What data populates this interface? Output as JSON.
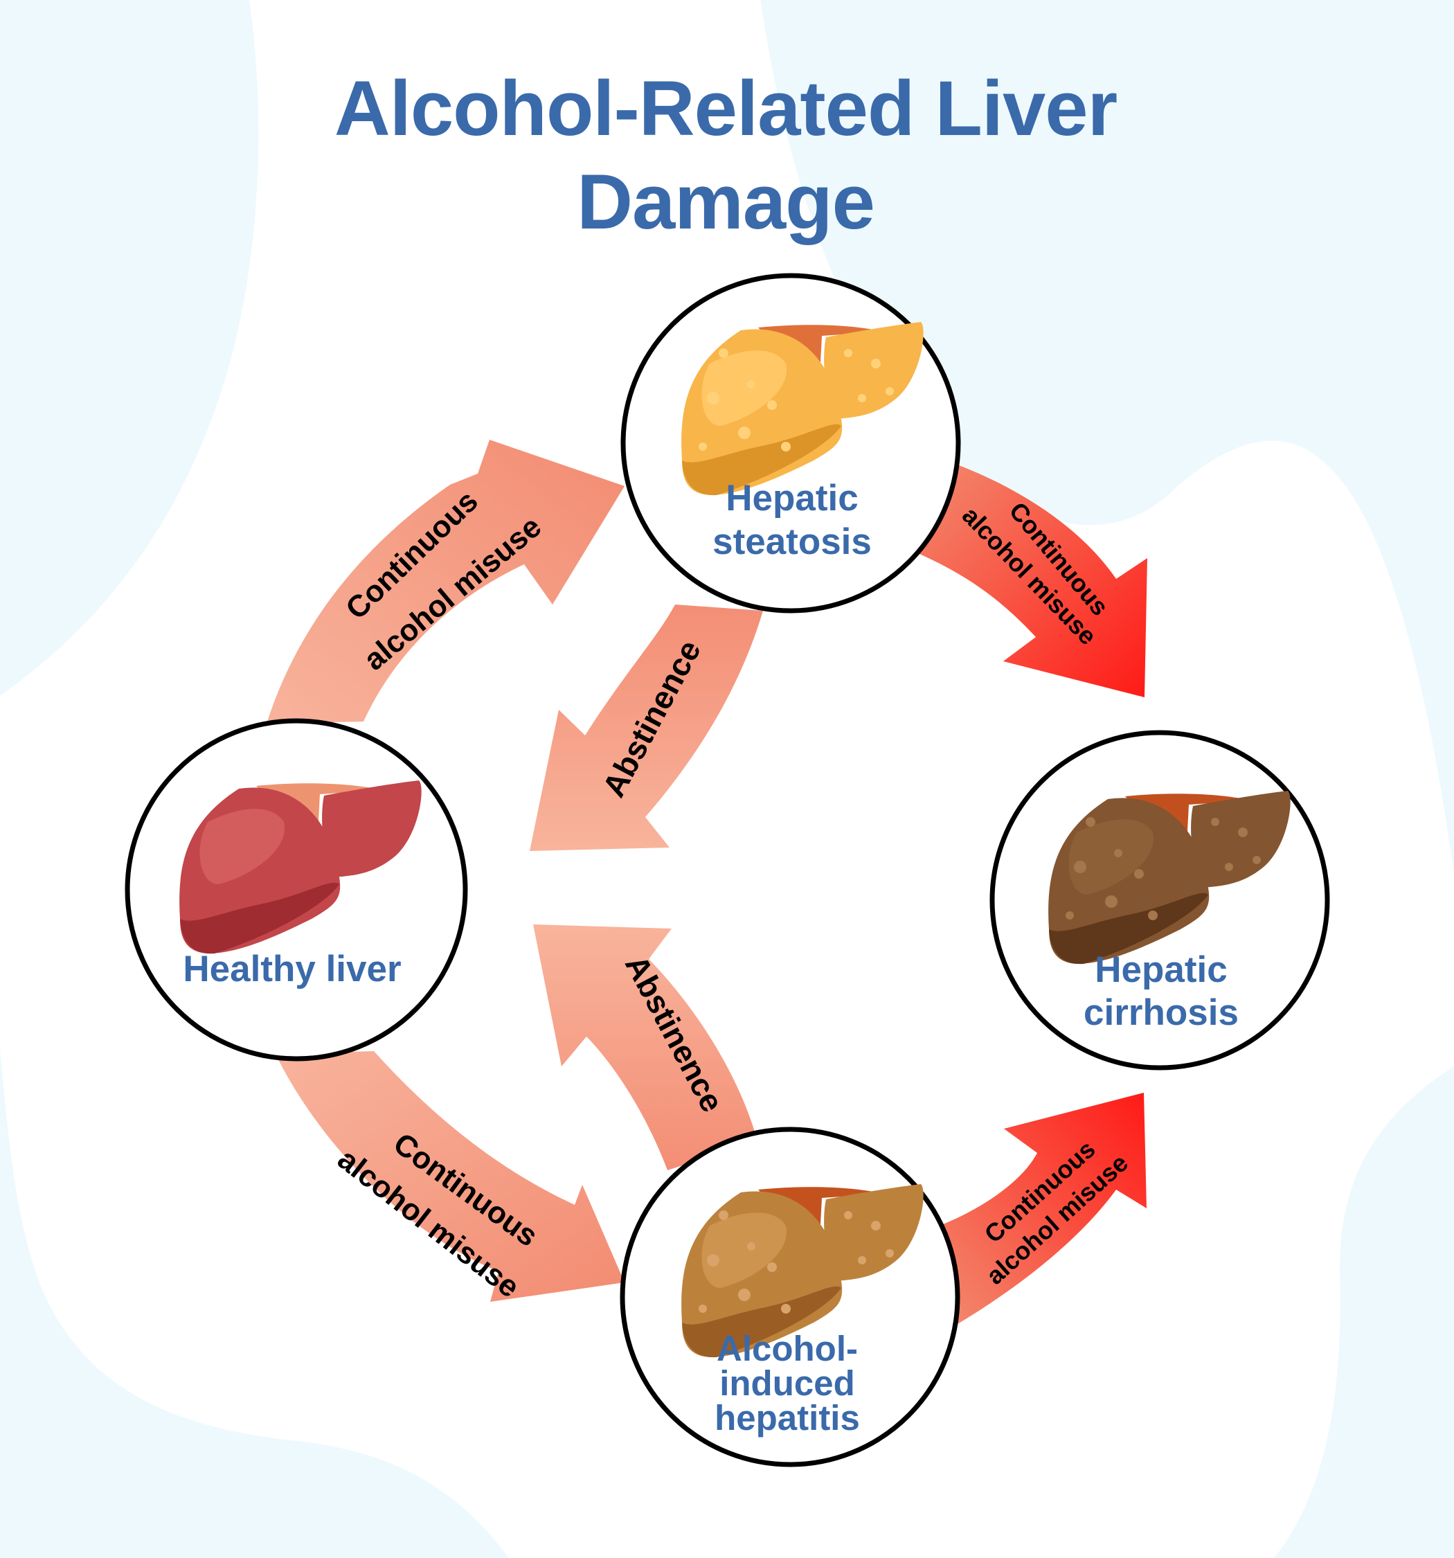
{
  "title": {
    "line1": "Alcohol-Related Liver",
    "line2": "Damage"
  },
  "colors": {
    "title": "#3A6AAA",
    "background_blob": "#EEF9FD",
    "arrow_salmon_light": "#F8B39C",
    "arrow_salmon_dark": "#F28C72",
    "arrow_red_light": "#F28A6E",
    "arrow_red_dark": "#FF1A16",
    "circle_stroke": "#000000"
  },
  "stages": [
    {
      "id": "healthy",
      "label_lines": [
        "Healthy liver"
      ],
      "liver": {
        "main": "#C2464A",
        "dark": "#9E2C30",
        "highlight": "#D35D5D",
        "vessel": "#EE9370",
        "spots": false
      }
    },
    {
      "id": "steatosis",
      "label_lines": [
        "Hepatic",
        "steatosis"
      ],
      "liver": {
        "main": "#F8B54A",
        "dark": "#DC9328",
        "highlight": "#FFC766",
        "vessel": "#E0703A",
        "spots": true,
        "spot": "#FFD27A"
      }
    },
    {
      "id": "hepatitis",
      "label_lines": [
        "Alcohol-",
        "induced",
        "hepatitis"
      ],
      "liver": {
        "main": "#BC823C",
        "dark": "#9A5E25",
        "highlight": "#CC944E",
        "vessel": "#C4521F",
        "spots": true,
        "spot": "#D9A36A"
      }
    },
    {
      "id": "cirrhosis",
      "label_lines": [
        "Hepatic",
        "cirrhosis"
      ],
      "liver": {
        "main": "#835530",
        "dark": "#5F381B",
        "highlight": "#8E6038",
        "vessel": "#C2501F",
        "spots": true,
        "spot": "#A6764C"
      }
    }
  ],
  "arrows": [
    {
      "id": "healthy-to-steatosis",
      "lines": [
        "Continuous",
        "alcohol misuse"
      ],
      "style": "salmon"
    },
    {
      "id": "steatosis-to-healthy",
      "lines": [
        "Abstinence"
      ],
      "style": "salmon"
    },
    {
      "id": "healthy-to-hepatitis",
      "lines": [
        "Continuous",
        "alcohol misuse"
      ],
      "style": "salmon"
    },
    {
      "id": "hepatitis-to-healthy",
      "lines": [
        "Abstinence"
      ],
      "style": "salmon"
    },
    {
      "id": "steatosis-to-cirrhosis",
      "lines": [
        "Continuous",
        "alcohol misuse"
      ],
      "style": "red"
    },
    {
      "id": "hepatitis-to-cirrhosis",
      "lines": [
        "Continuous",
        "alcohol misuse"
      ],
      "style": "red"
    }
  ]
}
